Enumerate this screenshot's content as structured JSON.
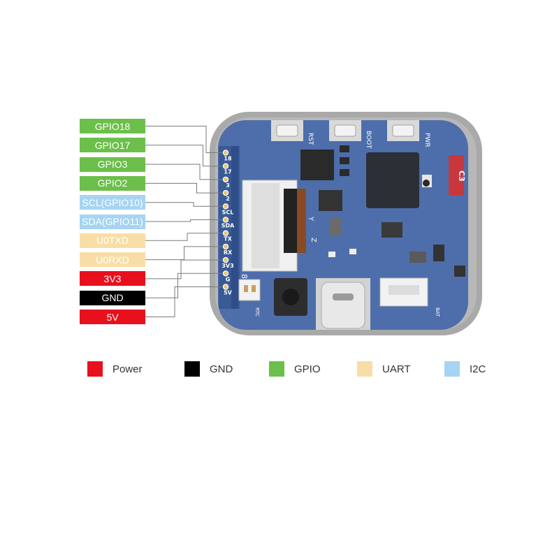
{
  "pins": [
    {
      "label": "GPIO18",
      "group": "gpio",
      "board": "18"
    },
    {
      "label": "GPIO17",
      "group": "gpio",
      "board": "17"
    },
    {
      "label": "GPIO3",
      "group": "gpio",
      "board": "3"
    },
    {
      "label": "GPIO2",
      "group": "gpio",
      "board": "2"
    },
    {
      "label": "SCL(GPIO10)",
      "group": "i2c",
      "board": "SCL"
    },
    {
      "label": "SDA(GPIO11)",
      "group": "i2c",
      "board": "SDA"
    },
    {
      "label": "U0TXD",
      "group": "uart",
      "board": "TX"
    },
    {
      "label": "U0RXD",
      "group": "uart",
      "board": "RX"
    },
    {
      "label": "3V3",
      "group": "power",
      "board": "3V3"
    },
    {
      "label": "GND",
      "group": "gnd",
      "board": "G"
    },
    {
      "label": "5V",
      "group": "power",
      "board": "5V"
    }
  ],
  "board": {
    "buttons": [
      "RST",
      "BOOT",
      "PWR"
    ],
    "chip_label": "C3",
    "rtc_label": "RTC",
    "bat_label": "BAT",
    "connector_mark": "8",
    "axis_labels": [
      "Y",
      "Z"
    ]
  },
  "legend": [
    {
      "label": "Power",
      "color": "#e8101f"
    },
    {
      "label": "GND",
      "color": "#000000"
    },
    {
      "label": "GPIO",
      "color": "#6cbf4a"
    },
    {
      "label": "UART",
      "color": "#f8dea6"
    },
    {
      "label": "I2C",
      "color": "#a6d4f2"
    }
  ],
  "colors": {
    "gpio": "#6cbf4a",
    "i2c": "#a6d4f2",
    "uart": "#f8dea6",
    "power": "#e8101f",
    "gnd": "#000000",
    "pcb": "#4a6aa8",
    "case": "#9a9a9a"
  }
}
